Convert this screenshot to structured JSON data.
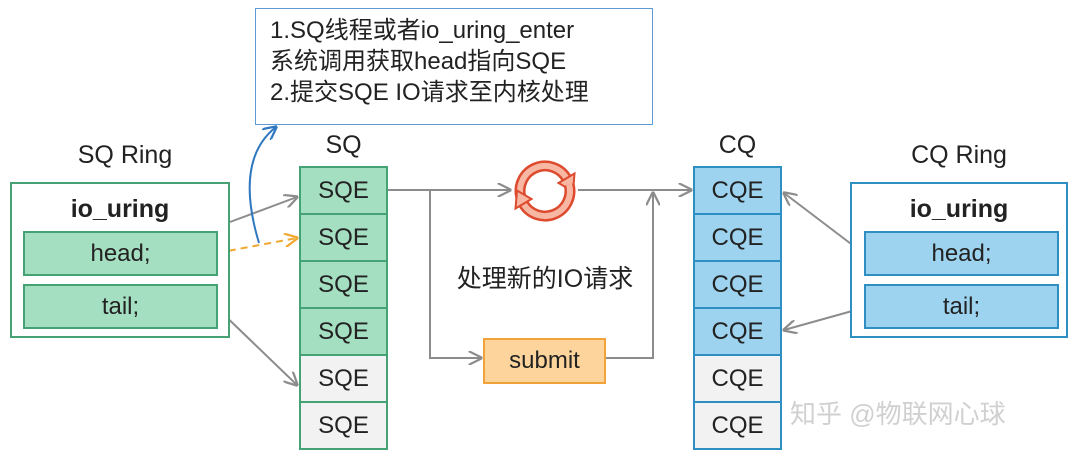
{
  "callout": {
    "line1": "1.SQ线程或者io_uring_enter",
    "line2": "系统调用获取head指向SQE",
    "line3": "2.提交SQE IO请求至内核处理"
  },
  "sq_ring": {
    "title": "SQ Ring",
    "struct": "io_uring",
    "head": "head;",
    "tail": "tail;"
  },
  "sq": {
    "title": "SQ",
    "cells": [
      {
        "label": "SQE",
        "filled": true
      },
      {
        "label": "SQE",
        "filled": true
      },
      {
        "label": "SQE",
        "filled": true
      },
      {
        "label": "SQE",
        "filled": true
      },
      {
        "label": "SQE",
        "filled": false
      },
      {
        "label": "SQE",
        "filled": false
      }
    ]
  },
  "processing_label": "处理新的IO请求",
  "submit_label": "submit",
  "cq": {
    "title": "CQ",
    "cells": [
      {
        "label": "CQE",
        "filled": true
      },
      {
        "label": "CQE",
        "filled": true
      },
      {
        "label": "CQE",
        "filled": true
      },
      {
        "label": "CQE",
        "filled": true
      },
      {
        "label": "CQE",
        "filled": false
      },
      {
        "label": "CQE",
        "filled": false
      }
    ]
  },
  "cq_ring": {
    "title": "CQ Ring",
    "struct": "io_uring",
    "head": "head;",
    "tail": "tail;"
  },
  "icons": {
    "processing": "refresh-cycle-icon"
  },
  "watermark": "知乎 @物联网心球",
  "colors": {
    "sq_border": "#45a274",
    "sq_fill": "#a5dfc2",
    "cq_border": "#2f8fc2",
    "cq_fill": "#9dd3ef",
    "empty_fill": "#f2f2f2",
    "submit_border": "#f0a33a",
    "submit_fill": "#fdd59c",
    "callout_border": "#5a9bd5",
    "arrow": "#8c8c8c",
    "dashed_arrow": "#f0a830",
    "curved_arrow": "#2f78c0",
    "cycle_icon": "#dd4a2e"
  }
}
